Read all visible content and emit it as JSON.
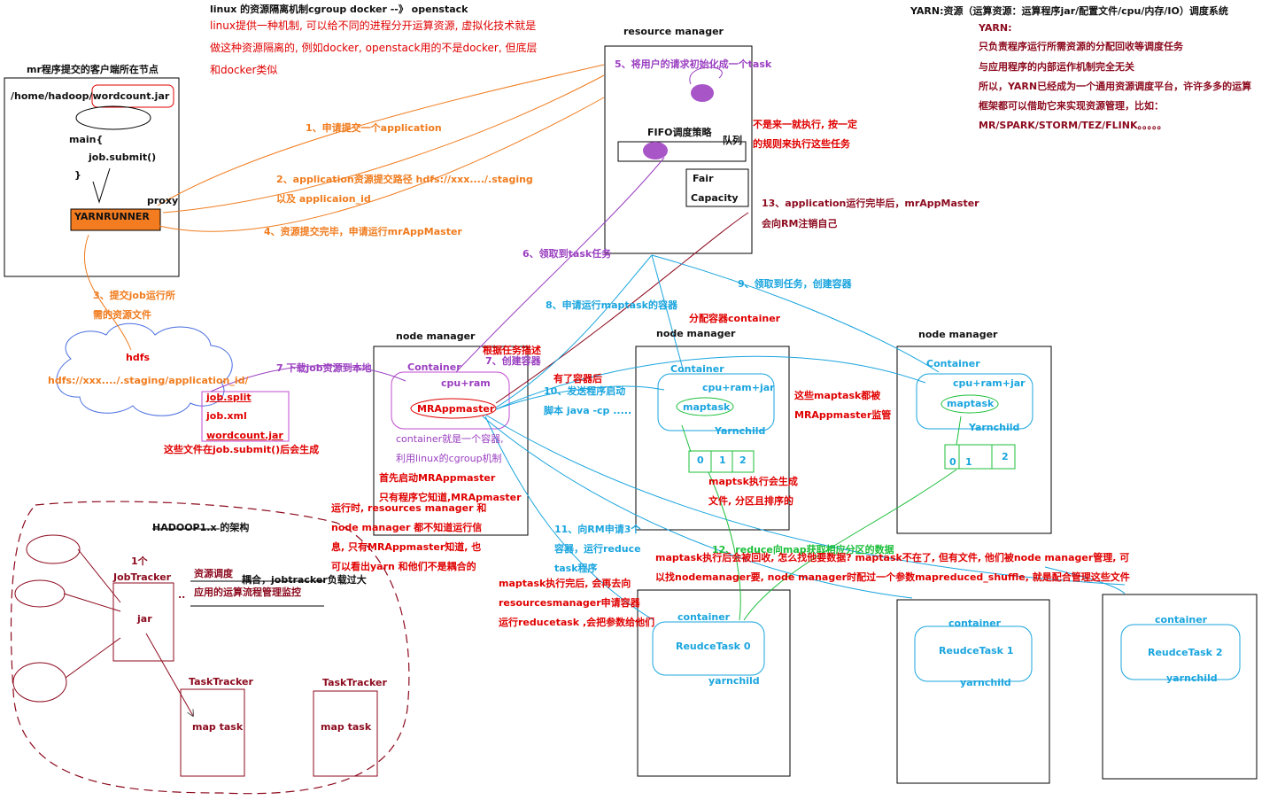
{
  "header": {
    "cgroup_title": "linux 的资源隔离机制cgroup      docker --》   openstack",
    "cgroup_l1": "linux提供一种机制, 可以给不同的进程分开运算资源, 虚拟化技术就是",
    "cgroup_l2": "做这种资源隔离的, 例如docker, openstack用的不是docker, 但底层",
    "cgroup_l3": "和docker类似"
  },
  "yarn_note": {
    "title": "YARN:资源（运算资源：运算程序jar/配置文件/cpu/内存/IO）调度系统",
    "l1": "YARN:",
    "l2": "只负责程序运行所需资源的分配回收等调度任务",
    "l3": "与应用程序的内部运作机制完全无关",
    "l4": "所以，YARN已经成为一个通用资源调度平台，许许多多的运算",
    "l5": "框架都可以借助它来实现资源管理，比如：",
    "l6": "MR/SPARK/STORM/TEZ/FLINK。。。。。"
  },
  "client": {
    "title": "mr程序提交的客户端所在节点",
    "path": "/home/hadoop/wordcount.jar",
    "main": "main{",
    "submit": "job.submit()",
    "brace": "}",
    "proxy": "proxy",
    "runner": "YARNRUNNER"
  },
  "rm": {
    "title": "resource manager",
    "fifo": "FIFO调度策略",
    "queue": "队列",
    "fair": "Fair",
    "capacity": "Capacity"
  },
  "steps": {
    "s1": "1、申请提交一个application",
    "s2a": "2、application资源提交路径 hdfs://xxx..../.staging",
    "s2b": "以及 applicaion_id",
    "s3a": "3、提交job运行所",
    "s3b": "需的资源文件",
    "s4": "4、资源提交完毕，申请运行mrAppMaster",
    "s5": "5、将用户的请求初始化成一个task",
    "s6": "6、领取到task任务",
    "s7a": "根据任务描述",
    "s7b": "7、创建容器",
    "s7c": "7  下载job资源到本地",
    "s8": "8、申请运行maptask的容器",
    "s8b": "分配容器container",
    "s9": "9、领取到任务，创建容器",
    "s10a": "有了容器后",
    "s10b": "10、发送程序启动",
    "s10c": "脚本 java -cp .....",
    "s11a": "11、向RM申请3个",
    "s11b": "容器，运行reduce",
    "s11c": "task程序",
    "s12": "12、reduce向map获取相应分区的数据",
    "s13a": "13、application运行完毕后，mrAppMaster",
    "s13b": "会向RM注销自己"
  },
  "notes": {
    "not_first": "不是来一就执行, 按一定",
    "rules": "的规则来执行这些任务",
    "files_note": "这些文件在job.submit()后会生成",
    "container_l1": "container就是一个容器,",
    "container_l2": "利用linux的cgroup机制",
    "first_l1": "首先启动MRAppmaster",
    "first_l2": "只有程序它知道,MRApmaster",
    "rt_l1": "运行时, resources manager 和",
    "rt_l2": "node manager 都不知道运行信",
    "rt_l3": "息, 只有MRAppmaster知道, 也",
    "rt_l4": "可以看出yarn 和他们不是耦合的",
    "mt_done_l1": "maptask执行完后, 会再去向",
    "mt_done_l2": "resourcesmanager申请容器",
    "mt_done_l3": "运行reducetask ,会把参数给他们",
    "monitor_l1": "这些maptask都被",
    "monitor_l2": "MRAppmaster监管",
    "maptask_out_l1": "maptsk执行会生成",
    "maptask_out_l2": "文件, 分区且排序的",
    "recycle_l1": "maptask执行后会被回收, 怎么找他要数据? maptask不在了, 但有文件, 他们被node manager管理, 可",
    "recycle_l2": "以找nodemanager要, node manager时配过一个参数mapreduced_shuffle, 就是配合管理这些文件"
  },
  "hdfs": {
    "title": "hdfs",
    "path": "hdfs://xxx..../.staging/application_id/",
    "f1": "job.split",
    "f2": "job.xml",
    "f3": "wordcount.jar"
  },
  "nodes": {
    "nm_label": "node manager",
    "container": "Container",
    "cpu_ram": "cpu+ram",
    "cpu_ram_jar": "cpu+ram+jar",
    "mrappmaster": "MRAppmaster",
    "maptask": "maptask",
    "yarnchild": "Yarnchild",
    "p0": "0",
    "p1": "1",
    "p2": "2"
  },
  "reducers": {
    "container": "container",
    "yarnchild": "yarnchild",
    "r0": "ReudceTask  0",
    "r1": "ReudceTask  1",
    "r2": "ReudceTask  2"
  },
  "hadoop1": {
    "title": "HADOOP1.x 的架构",
    "one": "1个",
    "jobtracker": "JobTracker",
    "jar": "jar",
    "res": "资源调度",
    "coupled": "耦合，jobtracker负载过大",
    "app": "应用的运算流程管理监控",
    "dots": "..",
    "tt1": "TaskTracker",
    "tt2": "TaskTracker",
    "mt1": "map task",
    "mt2": "map task"
  }
}
